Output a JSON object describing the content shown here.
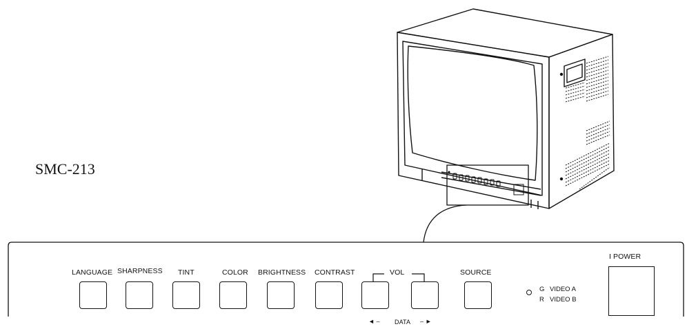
{
  "model_name": "SMC-213",
  "buttons": [
    {
      "label": "LANGUAGE"
    },
    {
      "label": "SHARPNESS"
    },
    {
      "label": "TINT"
    },
    {
      "label": "COLOR"
    },
    {
      "label": "BRIGHTNESS"
    },
    {
      "label": "CONTRAST"
    },
    {
      "label": "VOL"
    },
    {
      "label": "SOURCE"
    }
  ],
  "data_label": "DATA",
  "left_arrow": "◄ –",
  "right_arrow": "– ►",
  "indicator": {
    "g_letter": "G",
    "r_letter": "R",
    "video_a": "VIDEO A",
    "video_b": "VIDEO B"
  },
  "power_label": "I POWER"
}
